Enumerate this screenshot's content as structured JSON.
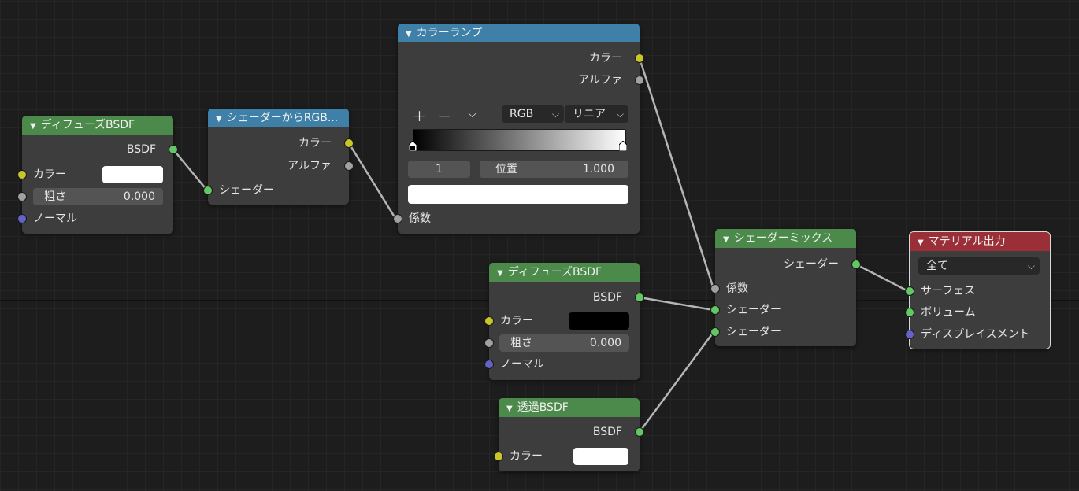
{
  "nodes": {
    "diffuse1": {
      "title": "ディフューズBSDF",
      "output": "BSDF",
      "color_label": "カラー",
      "color_value": "#ffffff",
      "roughness_label": "粗さ",
      "roughness_value": "0.000",
      "normal_label": "ノーマル"
    },
    "shader_to_rgb": {
      "title": "シェーダーからRGB...",
      "out_color": "カラー",
      "out_alpha": "アルファ",
      "in_shader": "シェーダー"
    },
    "color_ramp": {
      "title": "カラーランプ",
      "out_color": "カラー",
      "out_alpha": "アルファ",
      "add_icon": "plus-icon",
      "remove_icon": "minus-icon",
      "menu_icon": "chevron-down-icon",
      "color_mode": "RGB",
      "interpolation": "リニア",
      "stop_index": "1",
      "position_label": "位置",
      "position_value": "1.000",
      "stop_color": "#ffffff",
      "in_fac": "係数"
    },
    "diffuse2": {
      "title": "ディフューズBSDF",
      "output": "BSDF",
      "color_label": "カラー",
      "color_value": "#000000",
      "roughness_label": "粗さ",
      "roughness_value": "0.000",
      "normal_label": "ノーマル"
    },
    "transparent": {
      "title": "透過BSDF",
      "output": "BSDF",
      "color_label": "カラー",
      "color_value": "#ffffff"
    },
    "mix_shader": {
      "title": "シェーダーミックス",
      "output": "シェーダー",
      "in_fac": "係数",
      "in_shader1": "シェーダー",
      "in_shader2": "シェーダー"
    },
    "material_output": {
      "title": "マテリアル出力",
      "target": "全て",
      "in_surface": "サーフェス",
      "in_volume": "ボリューム",
      "in_displacement": "ディスプレイスメント"
    }
  },
  "colors": {
    "header_shader": "#4b8a4a",
    "header_converter": "#3f80a8",
    "header_output": "#9b2f37",
    "socket_shader": "#63c763",
    "socket_color": "#c7c729",
    "socket_float": "#a1a1a1",
    "socket_vector": "#6363c7"
  }
}
